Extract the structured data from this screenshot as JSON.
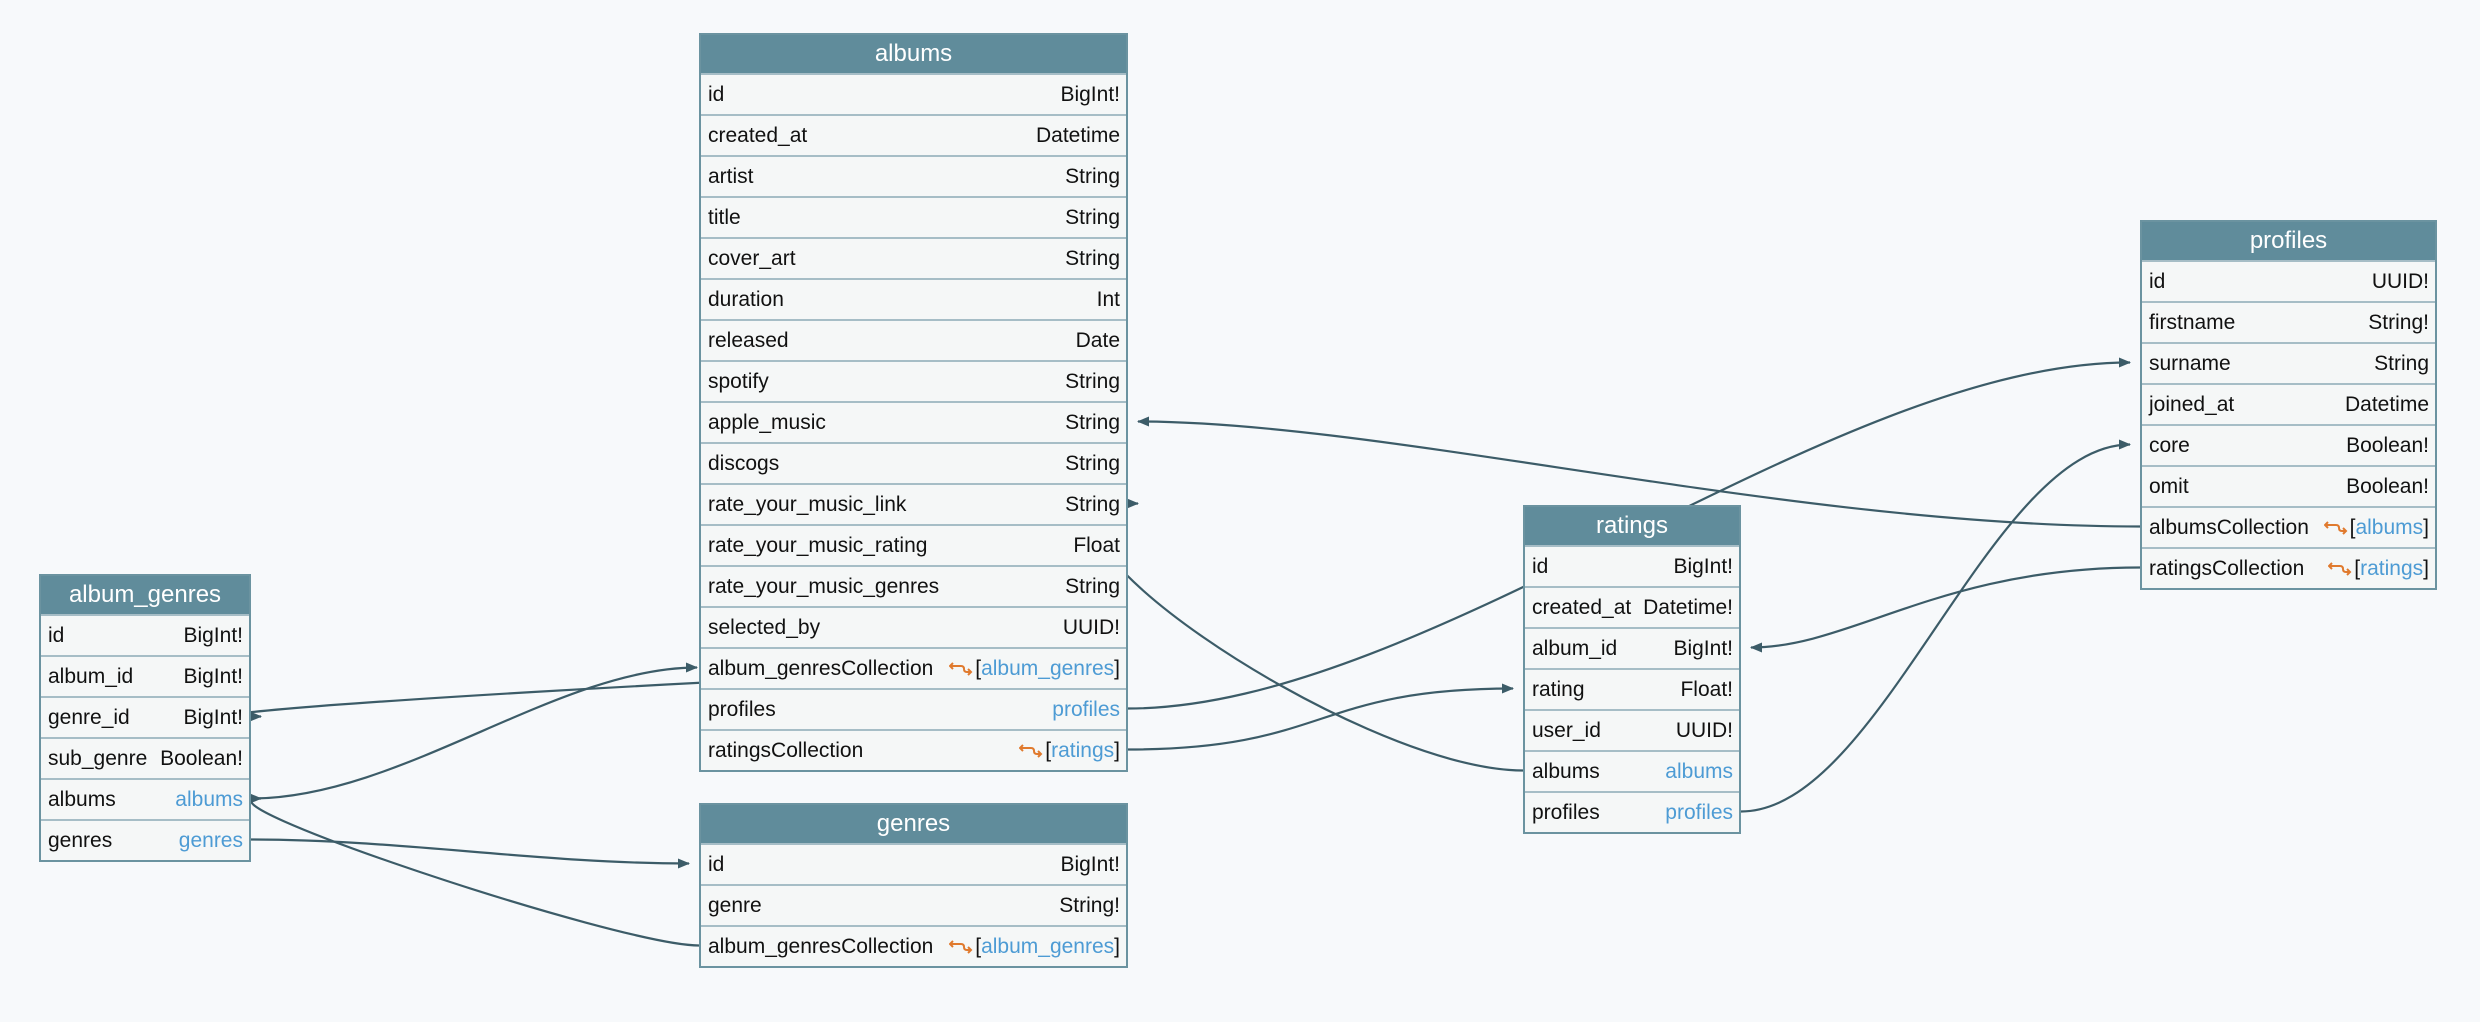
{
  "colors": {
    "background": "#f7f9fb",
    "header": "#608c9b",
    "border": "#6b93a0",
    "row_divider": "#a6bdc6",
    "row_bg": "#f5f7f7",
    "link_text": "#4d9bd4",
    "edge": "#3c5c68",
    "connection_icon": "#e07a2e"
  },
  "tables": [
    {
      "id": "albums",
      "title": "albums",
      "fields": [
        {
          "name": "id",
          "type": "BigInt!"
        },
        {
          "name": "created_at",
          "type": "Datetime"
        },
        {
          "name": "artist",
          "type": "String"
        },
        {
          "name": "title",
          "type": "String"
        },
        {
          "name": "cover_art",
          "type": "String"
        },
        {
          "name": "duration",
          "type": "Int"
        },
        {
          "name": "released",
          "type": "Date"
        },
        {
          "name": "spotify",
          "type": "String"
        },
        {
          "name": "apple_music",
          "type": "String"
        },
        {
          "name": "discogs",
          "type": "String"
        },
        {
          "name": "rate_your_music_link",
          "type": "String"
        },
        {
          "name": "rate_your_music_rating",
          "type": "Float"
        },
        {
          "name": "rate_your_music_genres",
          "type": "String"
        },
        {
          "name": "selected_by",
          "type": "UUID!"
        },
        {
          "name": "album_genresCollection",
          "type": "album_genres",
          "kind": "collection",
          "icon": "connection-icon"
        },
        {
          "name": "profiles",
          "type": "profiles",
          "kind": "link"
        },
        {
          "name": "ratingsCollection",
          "type": "ratings",
          "kind": "collection",
          "icon": "connection-icon"
        }
      ]
    },
    {
      "id": "album_genres",
      "title": "album_genres",
      "fields": [
        {
          "name": "id",
          "type": "BigInt!"
        },
        {
          "name": "album_id",
          "type": "BigInt!"
        },
        {
          "name": "genre_id",
          "type": "BigInt!"
        },
        {
          "name": "sub_genre",
          "type": "Boolean!"
        },
        {
          "name": "albums",
          "type": "albums",
          "kind": "link"
        },
        {
          "name": "genres",
          "type": "genres",
          "kind": "link"
        }
      ]
    },
    {
      "id": "genres",
      "title": "genres",
      "fields": [
        {
          "name": "id",
          "type": "BigInt!"
        },
        {
          "name": "genre",
          "type": "String!"
        },
        {
          "name": "album_genresCollection",
          "type": "album_genres",
          "kind": "collection",
          "icon": "connection-icon"
        }
      ]
    },
    {
      "id": "ratings",
      "title": "ratings",
      "fields": [
        {
          "name": "id",
          "type": "BigInt!"
        },
        {
          "name": "created_at",
          "type": "Datetime!"
        },
        {
          "name": "album_id",
          "type": "BigInt!"
        },
        {
          "name": "rating",
          "type": "Float!"
        },
        {
          "name": "user_id",
          "type": "UUID!"
        },
        {
          "name": "albums",
          "type": "albums",
          "kind": "link"
        },
        {
          "name": "profiles",
          "type": "profiles",
          "kind": "link"
        }
      ]
    },
    {
      "id": "profiles",
      "title": "profiles",
      "fields": [
        {
          "name": "id",
          "type": "UUID!"
        },
        {
          "name": "firstname",
          "type": "String!"
        },
        {
          "name": "surname",
          "type": "String"
        },
        {
          "name": "joined_at",
          "type": "Datetime"
        },
        {
          "name": "core",
          "type": "Boolean!"
        },
        {
          "name": "omit",
          "type": "Boolean!"
        },
        {
          "name": "albumsCollection",
          "type": "albums",
          "kind": "collection",
          "icon": "connection-icon"
        },
        {
          "name": "ratingsCollection",
          "type": "ratings",
          "kind": "collection",
          "icon": "connection-icon"
        }
      ]
    }
  ],
  "relations": [
    {
      "from_table": "albums",
      "from_field": "album_genresCollection",
      "to_table": "album_genres",
      "to_field": "genre_id"
    },
    {
      "from_table": "albums",
      "from_field": "profiles",
      "to_table": "profiles",
      "to_field": "surname"
    },
    {
      "from_table": "albums",
      "from_field": "ratingsCollection",
      "to_table": "ratings",
      "to_field": "rating"
    },
    {
      "from_table": "album_genres",
      "from_field": "albums",
      "to_table": "albums",
      "to_field": "album_genresCollection"
    },
    {
      "from_table": "album_genres",
      "from_field": "genres",
      "to_table": "genres",
      "to_field": "id"
    },
    {
      "from_table": "genres",
      "from_field": "album_genresCollection",
      "to_table": "album_genres",
      "to_field": "albums"
    },
    {
      "from_table": "ratings",
      "from_field": "albums",
      "to_table": "albums",
      "to_field": "rate_your_music_link"
    },
    {
      "from_table": "ratings",
      "from_field": "profiles",
      "to_table": "profiles",
      "to_field": "core"
    },
    {
      "from_table": "profiles",
      "from_field": "albumsCollection",
      "to_table": "albums",
      "to_field": "apple_music"
    },
    {
      "from_table": "profiles",
      "from_field": "ratingsCollection",
      "to_table": "ratings",
      "to_field": "album_id"
    }
  ]
}
